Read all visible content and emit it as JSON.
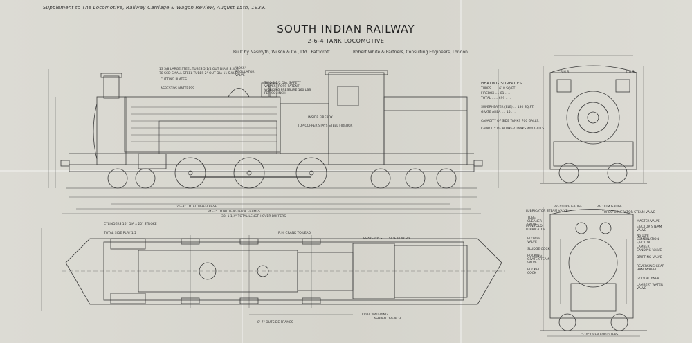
{
  "header": {
    "supplement": "Supplement to The Locomotive, Railway Carriage & Wagon Review, August 15th, 1939.",
    "title": "SOUTH INDIAN RAILWAY",
    "subtitle": "2-6-4 TANK LOCOMOTIVE",
    "builder": "Built by Nasmyth, Wilson & Co., Ltd., Patricroft.",
    "engineer": "Robert White & Partners, Consulting Engineers, London."
  },
  "heating_surfaces": {
    "heading": "HEATING SURFACES",
    "tubes": "TUBES ...... 618 SQ.FT.",
    "firebox": "FIREBOX .... 81 .. ..",
    "total": "TOTAL ...... 699 .. ..",
    "superheater": "SUPERHEATER (ELE) ... 130 SQ.FT.",
    "grate": "GRATE AREA .... 15 .. ..",
    "side_tanks": "CAPACITY OF SIDE TANKS 700 GALLS.",
    "bunker_tanks": "CAPACITY OF BUNKER TANKS 400 GALLS."
  },
  "side_elevation_notes": {
    "tubes_large": "13 5/8 LARGE STEEL TUBES 5 1/4 OUT DIA 8 S.W.G.",
    "tubes_small": "78 SCD SMALL STEEL TUBES 2\" OUT DIA 11 S.W.G.",
    "cutting_plates": "CUTTING PLATES",
    "asbestos": "ASBESTOS MATTRESS",
    "regulator": "'ROSS' REGULATOR VALVE",
    "safety_valves": "TWO 2 1/2 DIA. SAFETY VALVES (ROSS PATENT) WORKING PRESSURE 160 LBS PER SQ. INCH",
    "firebox": "INSIDE FIREBOX",
    "firebox_stays": "TOP COPPER STAYS STEEL FIREBOX"
  },
  "dimensions": {
    "total_wheelbase": "25'-3\" TOTAL WHEELBASE",
    "total_frames": "34'-3\" TOTAL LENGTH OF FRAMES",
    "total_buffers": "38'-1 1/4\" TOTAL LENGTH OVER BUFFERS",
    "outside_frames": "8'-7\" OUTSIDE FRAMES",
    "over_footsteps": "7'-10\" OVER FOOTSTEPS"
  },
  "plan_notes": {
    "cylinders": "CYLINDERS 16\" DIA x 20\" STROKE",
    "total_side_play": "TOTAL SIDE PLAY 1/2",
    "crank_to_lead": "R.H. CRANK TO LEAD",
    "side_play": "SIDE PLAY 3/8",
    "brake_cyls": "BRAKE CYLS",
    "coal_watering": "COAL WATERING",
    "ashpan_drench": "ASHPAN DRENCH"
  },
  "end_view_labels": {
    "pressure_gauge": "PRESSURE GAUGE",
    "vacuum_gauge": "VACUUM GAUGE",
    "lubricator": "LUBRICATOR STEAM VALVE",
    "turbo_generator": "TURBO GENERATOR STEAM VALVE",
    "water_gauge": "TUBE CLEANER VALVE",
    "manifold": "MANIFOLD LUBRICATOR",
    "master_valve": "MASTER VALVE",
    "ejector_steam": "EJECTOR STEAM VALVE",
    "blower": "BLOWER VALVE",
    "combination_ejector": "No.10/8 COMBINATION EJECTOR",
    "sludge_cock": "SLUDGE COCK",
    "lambert_sanding": "LAMBERT SANDING VALVE",
    "rocking_grate": "ROCKING GRATE STEAM VALVE",
    "drifting": "DRIFTING VALVE",
    "reversing": "REVERSING GEAR HANDWHEEL",
    "bucket_cock": "BUCKET COCK",
    "gooi_blower": "GOOI BLOWER",
    "lambert_water": "LAMBERT WATER VALVE",
    "rh_label": "R.H.S.",
    "lh_label": "L.H.S."
  }
}
